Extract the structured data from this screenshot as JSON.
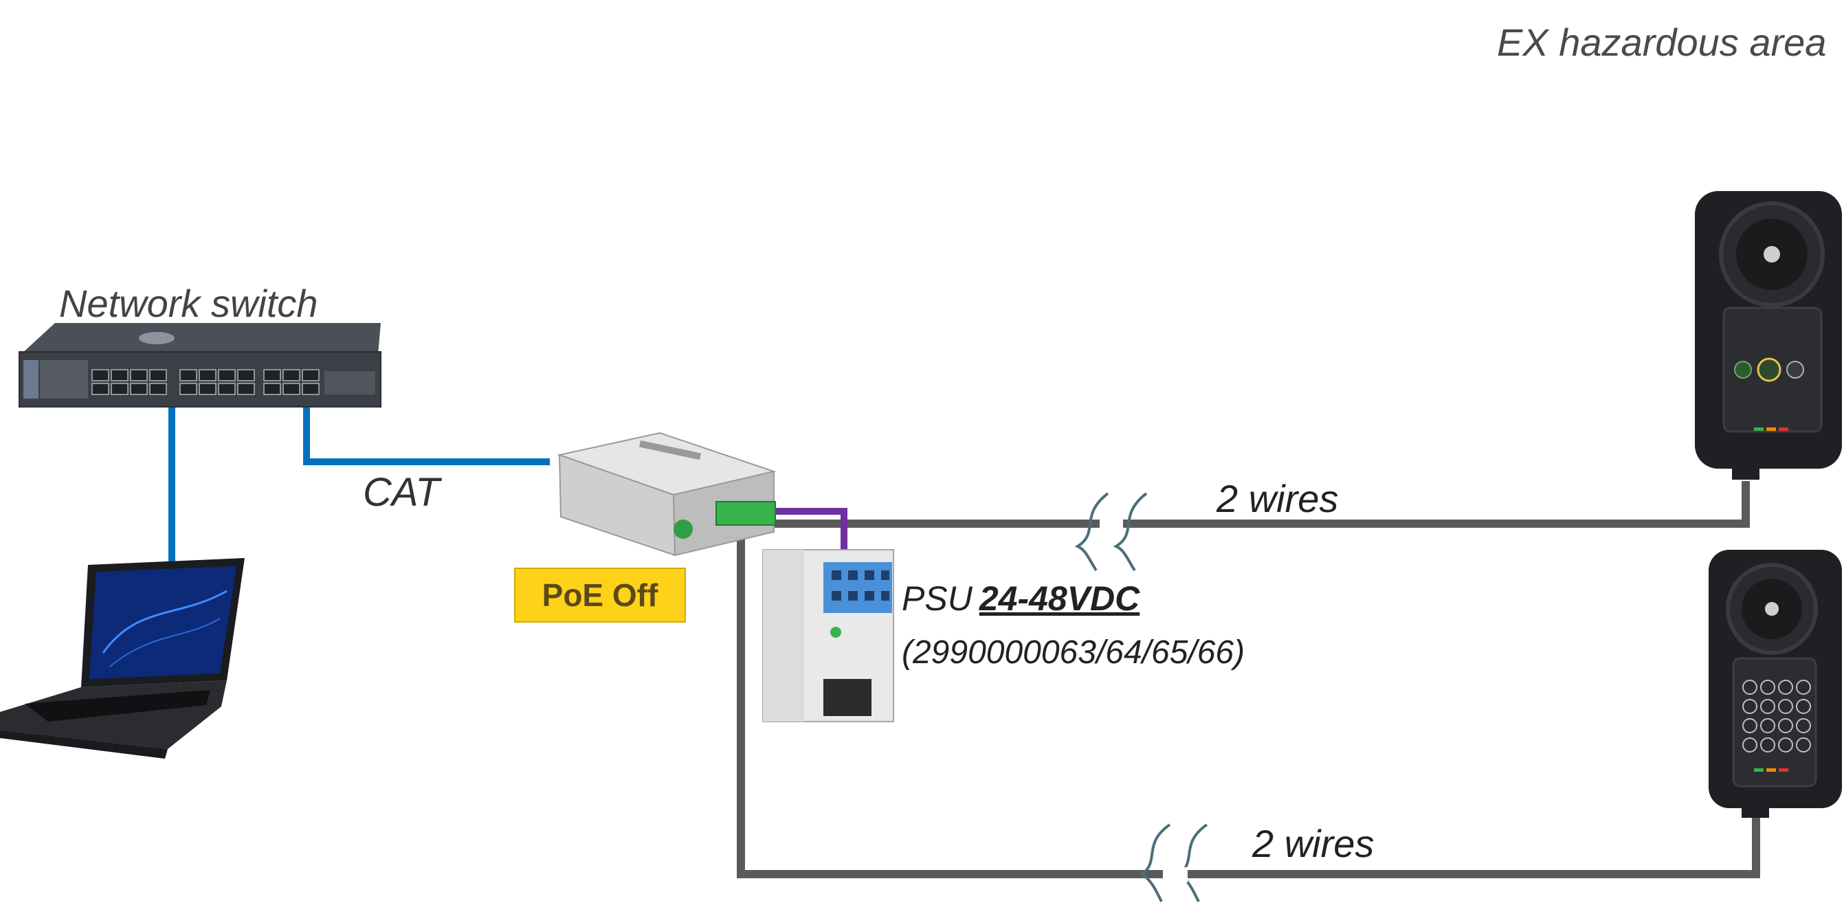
{
  "zone_title": "EX hazardous area",
  "network_switch": {
    "label": "Network switch"
  },
  "cat_cable": {
    "label": "CAT"
  },
  "poe_injector": {
    "badge": "PoE Off"
  },
  "psu": {
    "prefix": "PSU",
    "voltage": "24-48VDC",
    "part_numbers": "(2990000063/64/65/66)"
  },
  "line_top": {
    "label": "2 wires"
  },
  "line_bottom": {
    "label": "2 wires"
  },
  "colors": {
    "cat_cable": "#0070c0",
    "two_wire": "#5a5a5a",
    "psu_link": "#7030a0",
    "badge": "#ffd21a"
  },
  "icons": [
    "laptop-icon",
    "network-switch-icon",
    "poe-injector-icon",
    "psu-icon",
    "ex-speaker-station-icon",
    "ex-keypad-station-icon"
  ]
}
